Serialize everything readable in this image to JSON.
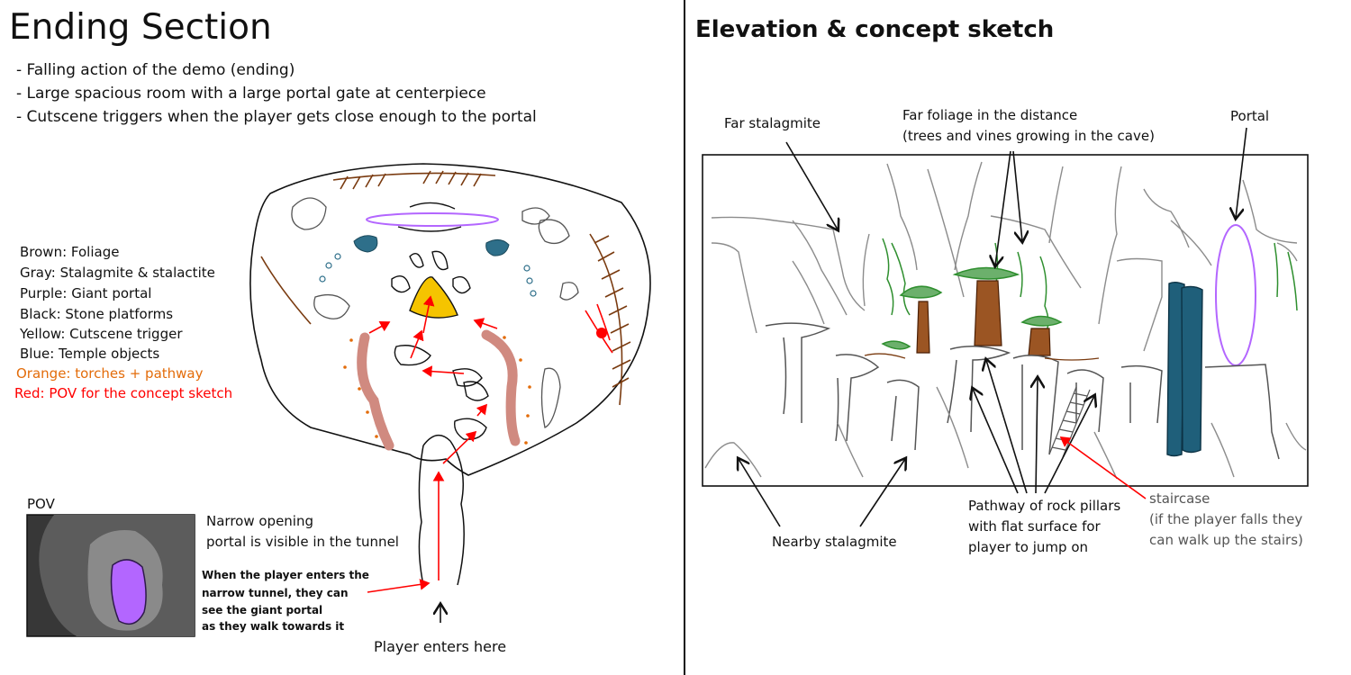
{
  "left": {
    "title": "Ending Section",
    "bullets": [
      "- Falling action of the demo (ending)",
      "- Large spacious room with a large portal gate at centerpiece",
      "- Cutscene triggers when the player gets close enough to the portal"
    ],
    "legend": [
      {
        "text": "Brown: Foliage",
        "color": "#111111"
      },
      {
        "text": "Gray: Stalagmite & stalactite",
        "color": "#111111"
      },
      {
        "text": "Purple: Giant portal",
        "color": "#111111"
      },
      {
        "text": "Black: Stone platforms",
        "color": "#111111"
      },
      {
        "text": "Yellow: Cutscene trigger",
        "color": "#111111"
      },
      {
        "text": "Blue: Temple objects",
        "color": "#111111"
      },
      {
        "text": "Orange: torches + pathway",
        "color": "#e36c0a"
      },
      {
        "text": "Red: POV for the concept sketch",
        "color": "#ff0000"
      }
    ],
    "pov_label": "POV",
    "narrow_opening": [
      "Narrow opening",
      "portal is visible in the tunnel"
    ],
    "tunnel_note": [
      "When the player enters the",
      "narrow tunnel, they can",
      "see the giant portal",
      "as they walk towards it"
    ],
    "player_enters": "Player enters here"
  },
  "right": {
    "title": "Elevation & concept sketch",
    "far_stalagmite": "Far stalagmite",
    "far_foliage": [
      "Far foliage in the distance",
      "(trees and vines growing in the cave)"
    ],
    "portal": "Portal",
    "nearby_stalagmite": "Nearby stalagmite",
    "pathway": [
      "Pathway of rock pillars",
      "with flat surface for",
      "player to jump on"
    ],
    "staircase": [
      "staircase",
      "(if the player falls they",
      "can walk up the stairs)"
    ]
  },
  "colors": {
    "brown": "#7a3b10",
    "gray": "#8c8c8c",
    "purple": "#b366ff",
    "yellow": "#f5c400",
    "blue": "#2e6f8a",
    "orange": "#e36c0a",
    "red": "#ff0000",
    "pathway_pink": "#d08a80",
    "green": "#2f8f2f",
    "pillar_blue": "#1f5f7a"
  }
}
